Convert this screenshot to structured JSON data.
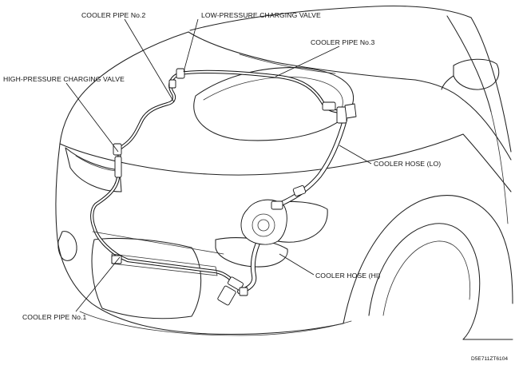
{
  "diagram": {
    "labels": {
      "cooler_pipe_2": "COOLER PIPE No.2",
      "low_pressure_valve": "LOW-PRESSURE CHARGING VALVE",
      "cooler_pipe_3": "COOLER PIPE No.3",
      "high_pressure_valve": "HIGH-PRESSURE CHARGING VALVE",
      "cooler_hose_lo": "COOLER HOSE (LO)",
      "cooler_hose_hi": "COOLER HOSE (HI)",
      "cooler_pipe_1": "COOLER PIPE No.1"
    },
    "figure_code": "D5E711ZT6104"
  }
}
